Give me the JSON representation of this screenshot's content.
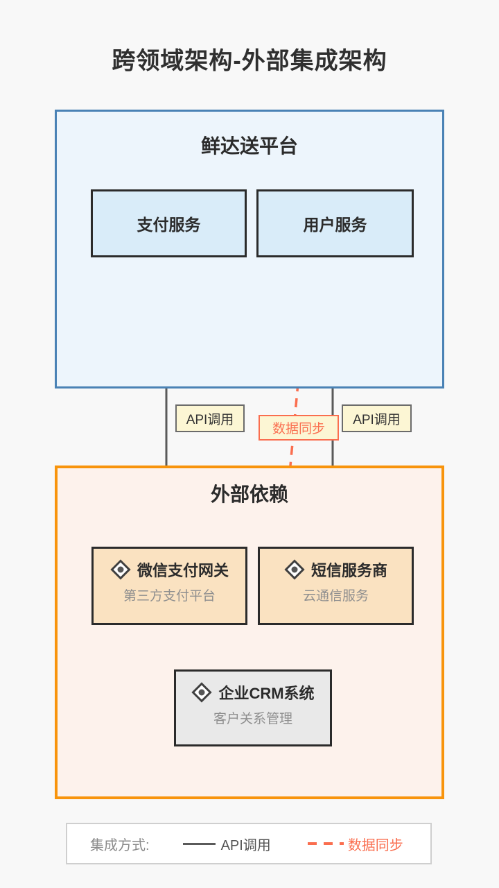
{
  "title": "跨领域架构-外部集成架构",
  "colors": {
    "page_bg": "#f8f8f8",
    "platform_border": "#4a82b5",
    "platform_bg": "#edf5fc",
    "service_bg": "#d9ecf9",
    "external_border": "#f8940c",
    "external_bg": "#fdf2ec",
    "external_node_bg": "#fae2c1",
    "crm_node_bg": "#e9e9e9",
    "node_border": "#2b2b2b",
    "label_bg": "#fcf6d4",
    "api_line": "#5a5a5a",
    "sync_accent": "#fa6e4f"
  },
  "platform": {
    "title": "鲜达送平台",
    "services": [
      {
        "label": "支付服务"
      },
      {
        "label": "用户服务"
      }
    ]
  },
  "external": {
    "title": "外部依赖",
    "nodes": [
      {
        "icon": "diamond-dot-icon",
        "title": "微信支付网关",
        "subtitle": "第三方支付平台"
      },
      {
        "icon": "diamond-dot-icon",
        "title": "短信服务商",
        "subtitle": "云通信服务"
      },
      {
        "icon": "diamond-dot-icon",
        "title": "企业CRM系统",
        "subtitle": "客户关系管理"
      }
    ]
  },
  "edges": {
    "api_label_left": "API调用",
    "api_label_right": "API调用",
    "sync_label": "数据同步"
  },
  "legend": {
    "title": "集成方式:",
    "items": [
      {
        "label": "API调用",
        "style": "solid",
        "color": "#5a5a5a"
      },
      {
        "label": "数据同步",
        "style": "dashed",
        "color": "#fa6e4f"
      }
    ]
  }
}
